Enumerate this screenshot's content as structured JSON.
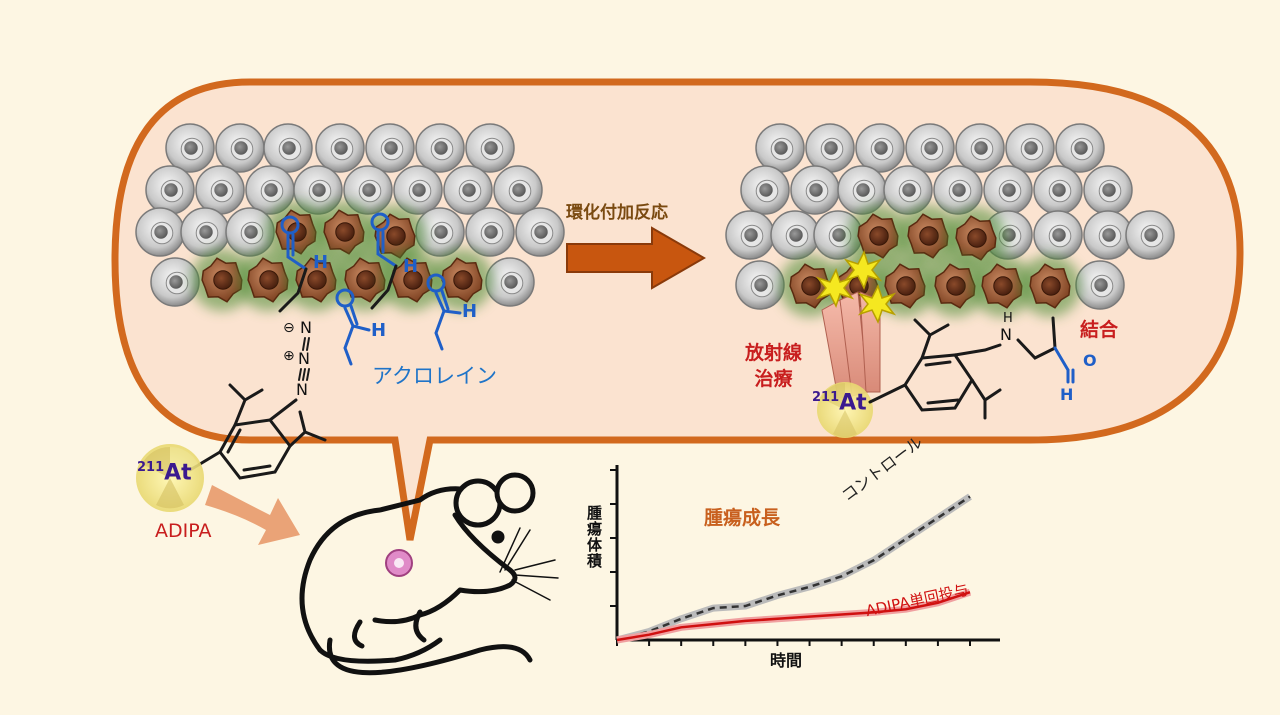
{
  "diagram": {
    "reaction_arrow_label": "環化付加反応",
    "acrolein_label": "アクロレイン",
    "radiotherapy_label_line1": "放射線",
    "radiotherapy_label_line2": "治療",
    "binding_label": "結合",
    "drug_label": "ADIPA",
    "isotope_mass": "211",
    "isotope_symbol": "At",
    "colors": {
      "capsule_fill": "#fbe3d0",
      "capsule_border": "#d2691e",
      "tumor_cell": "#9a5a3a",
      "tumor_glow": "#4a8a30",
      "normal_cell": "#c8c8c8",
      "arrow": "#c8560f",
      "aldehyde_blue": "#1f5fc8",
      "label_red": "#c81e1e"
    },
    "icons": [
      "mouse-icon",
      "radiation-icon",
      "normal-cell-icon",
      "tumor-cell-icon",
      "explosion-icon"
    ]
  },
  "chart_data": {
    "type": "line",
    "title": "腫瘍成長",
    "xlabel": "時間",
    "ylabel": "腫瘍体積",
    "x": [
      0,
      1,
      2,
      3,
      4,
      5,
      6,
      7,
      8,
      9,
      10,
      11
    ],
    "series": [
      {
        "name": "コントロール",
        "color": "#333333",
        "values": [
          0,
          0.8,
          2.0,
          3.0,
          3.2,
          4.2,
          5.0,
          6.0,
          7.5,
          9.5,
          11.5,
          13.5
        ]
      },
      {
        "name": "ADIPA単回投与",
        "color": "#d01010",
        "values": [
          0,
          0.5,
          1.2,
          1.5,
          1.8,
          2.0,
          2.2,
          2.4,
          2.6,
          2.9,
          3.5,
          4.5
        ]
      }
    ],
    "ylim": [
      0,
      16
    ],
    "grid": false
  }
}
